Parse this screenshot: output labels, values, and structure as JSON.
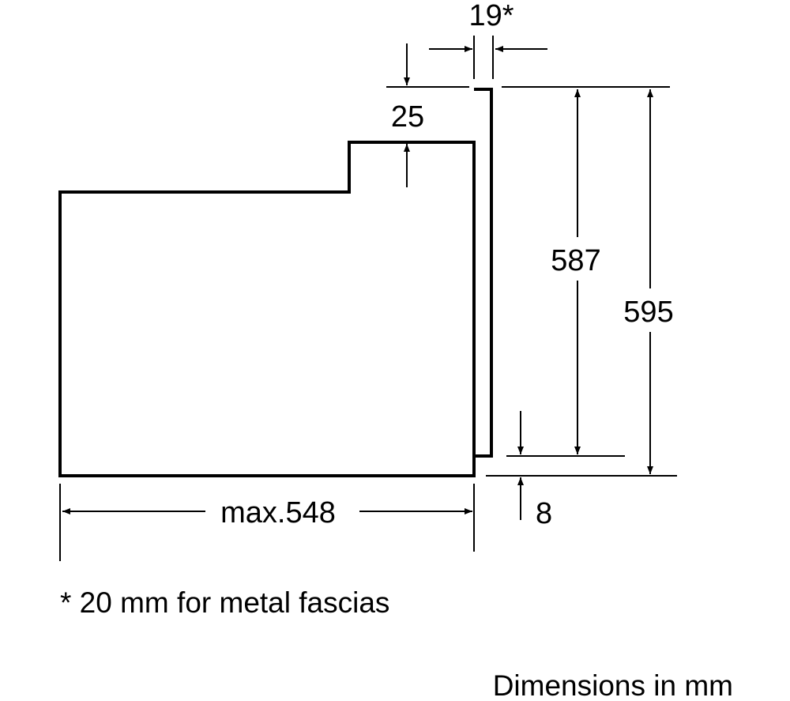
{
  "diagram": {
    "dimensions": {
      "fascia_thickness": "19*",
      "top_step": "25",
      "door_height": "587",
      "total_height": "595",
      "bottom_gap": "8",
      "depth": "max.548"
    },
    "footnote": "* 20 mm for metal fascias",
    "units_note": "Dimensions in mm",
    "colors": {
      "line": "#000000",
      "background": "#ffffff"
    }
  }
}
